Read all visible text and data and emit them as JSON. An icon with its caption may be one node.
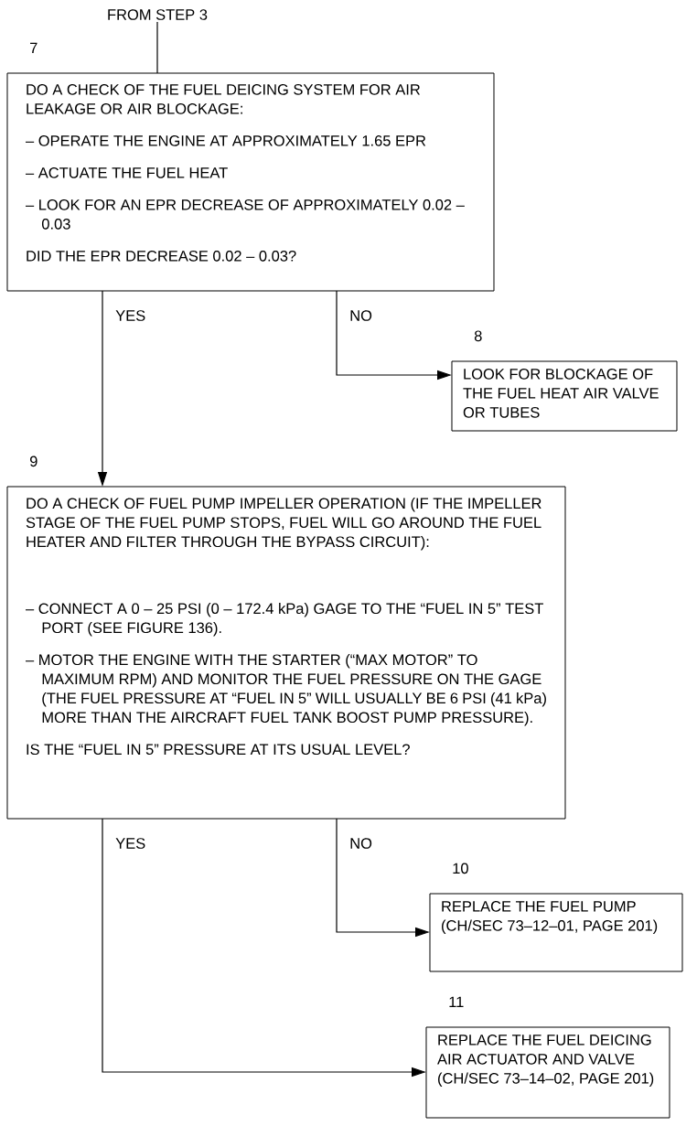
{
  "diagram": {
    "nodes": [
      {
        "text": [
          "FROM STEP 3"
        ]
      },
      {
        "text": [
          "7",
          "DO A CHECK OF THE FUEL DEICING SYSTEM FOR AIR LEAKAGE OR AIR BLOCKAGE:",
          "– OPERATE THE ENGINE AT APPROXIMATELY 1.65 EPR",
          "– ACTUATE THE FUEL HEAT",
          "– LOOK FOR AN EPR DECREASE OF APPROXIMATELY 0.02 – 0.03",
          "DID THE EPR DECREASE 0.02 – 0.03?"
        ]
      },
      {
        "text": [
          "8",
          "LOOK FOR BLOCKAGE OF THE FUEL HEAT AIR VALVE OR TUBES"
        ]
      },
      {
        "text": [
          "9",
          "DO A CHECK OF FUEL PUMP IMPELLER OPERATION (IF THE IMPELLER STAGE OF THE FUEL PUMP STOPS, FUEL WILL GO AROUND THE FUEL HEATER AND FILTER THROUGH THE BYPASS CIRCUIT):",
          "– CONNECT A 0 – 25 PSI (0 – 172.4 kPa) GAGE TO THE “FUEL IN 5” TEST PORT (SEE FIGURE 136).",
          "– MOTOR THE ENGINE WITH THE STARTER (“MAX MOTOR” TO MAXIMUM RPM) AND MONITOR THE FUEL PRESSURE ON THE GAGE (THE FUEL PRESSURE AT “FUEL IN 5” WILL USUALLY BE 6 PSI (41 kPa) MORE THAN THE AIRCRAFT FUEL TANK BOOST PUMP PRESSURE).",
          "IS THE “FUEL IN 5” PRESSURE AT ITS USUAL LEVEL?"
        ]
      },
      {
        "text": [
          "10",
          "REPLACE THE FUEL PUMP (CH/SEC 73–12–01, PAGE 201)"
        ]
      },
      {
        "text": [
          "11",
          "REPLACE THE FUEL DEICING AIR ACTUATOR AND VALVE (CH/SEC 73–14–02, PAGE 201)"
        ]
      }
    ],
    "edges": [
      {
        "from": 0,
        "to": 1,
        "arrow": "none"
      },
      {
        "from": 1,
        "to": 3,
        "arrow": "to",
        "label": "YES"
      },
      {
        "from": 1,
        "to": 2,
        "arrow": "to",
        "label": "NO"
      },
      {
        "from": 3,
        "to": 4,
        "arrow": "to",
        "label": "NO"
      },
      {
        "from": 3,
        "to": 5,
        "arrow": "to",
        "label": "YES"
      }
    ]
  }
}
